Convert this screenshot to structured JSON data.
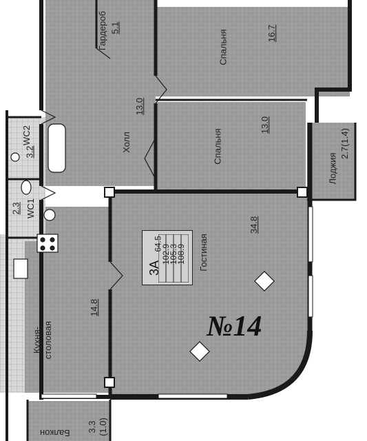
{
  "plan": {
    "apartment_number": "№14",
    "type": "3А",
    "areas": [
      "64.5",
      "102.9",
      "105.3",
      "108.9"
    ],
    "rooms": [
      {
        "id": "wardrobe",
        "name": "Гардероб",
        "area": "5.1"
      },
      {
        "id": "bedroom1",
        "name": "Спальня",
        "area": "16.7"
      },
      {
        "id": "hall",
        "name": "Холл",
        "area": "13.0"
      },
      {
        "id": "bedroom2",
        "name": "Спальня",
        "area": "13.0"
      },
      {
        "id": "loggia1",
        "name": "Лоджия",
        "area": "2.7(1.4)"
      },
      {
        "id": "wc2",
        "name": "WC2",
        "area": "3.2"
      },
      {
        "id": "wc1",
        "name": "WC1",
        "area": "2.3"
      },
      {
        "id": "living",
        "name": "Гостиная",
        "area": "34.8"
      },
      {
        "id": "kitchen",
        "name": "Кухня-\nстоловая",
        "area": "14.8"
      },
      {
        "id": "balcony",
        "name": "Балкон",
        "area": "3.3\n(1.0)"
      }
    ]
  },
  "colors": {
    "wall": "#1a1a1a",
    "floor": "#9a9a9a",
    "floor_light": "#b4b4b4",
    "paper": "#ffffff"
  }
}
